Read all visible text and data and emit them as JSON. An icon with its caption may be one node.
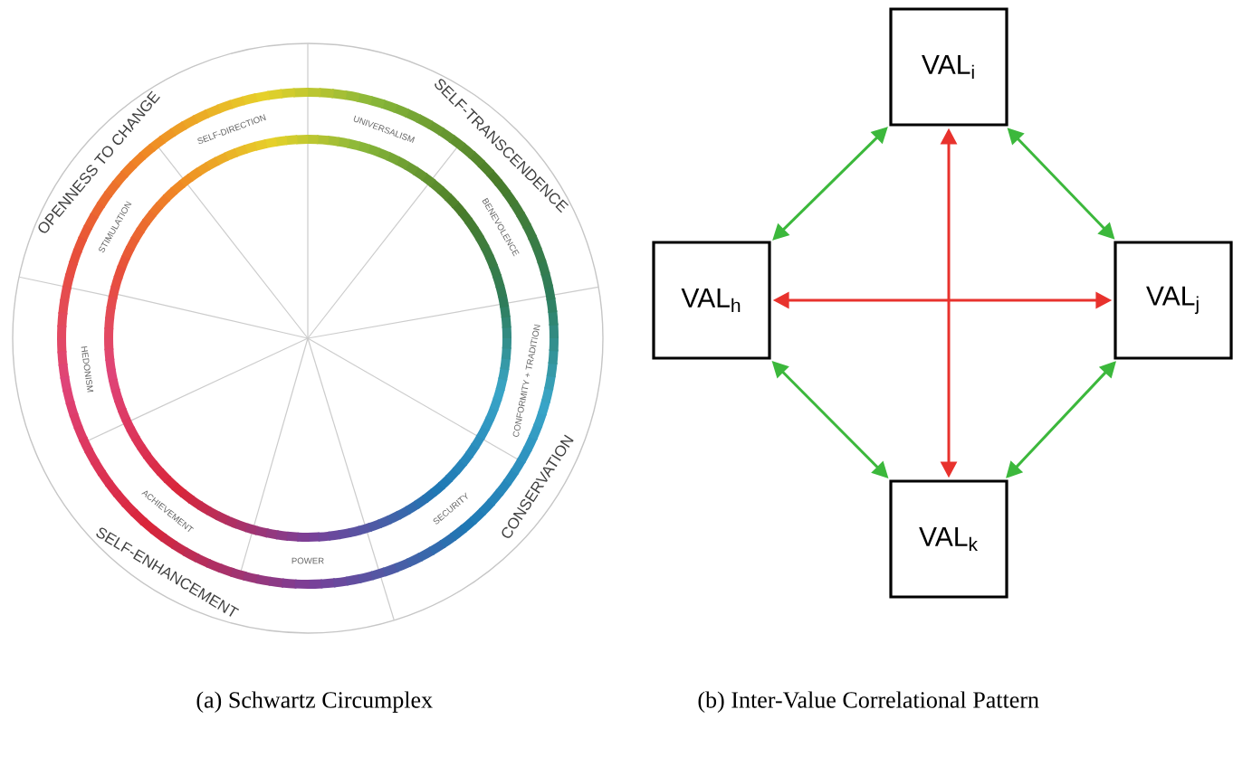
{
  "diagram": {
    "nodes": [
      {
        "text": [
          "VAL$_{i}$"
        ]
      },
      {
        "text": [
          "VAL$_{h}$"
        ]
      },
      {
        "text": [
          "VAL$_{j}$"
        ]
      },
      {
        "text": [
          "VAL$_{k}$"
        ]
      }
    ],
    "edges": [
      {
        "from": 1,
        "to": 0,
        "arrow": "both"
      },
      {
        "from": 0,
        "to": 2,
        "arrow": "both"
      },
      {
        "from": 1,
        "to": 3,
        "arrow": "both"
      },
      {
        "from": 3,
        "to": 2,
        "arrow": "both"
      },
      {
        "from": 1,
        "to": 2,
        "arrow": "both",
        "color": "#e8322d"
      },
      {
        "from": 0,
        "to": 3,
        "arrow": "both",
        "color": "#e8322d"
      }
    ],
    "labels": [
      "OPENNESS TO CHANGE",
      "SELF-TRANSCENDENCE",
      "SELF-DIRECTION",
      "UNIVERSALISM",
      "STIMULATION",
      "BENEVOLENCE",
      "CONFORMITY + TRADITION",
      "HEDONISM",
      "CONSERVATION",
      "ACHIEVEMENT",
      "SECURITY",
      "POWER",
      "SELF-ENHANCEMENT",
      "(a) Schwartz Circumplex",
      "(b) Inter-Value Correlational Pattern"
    ]
  }
}
